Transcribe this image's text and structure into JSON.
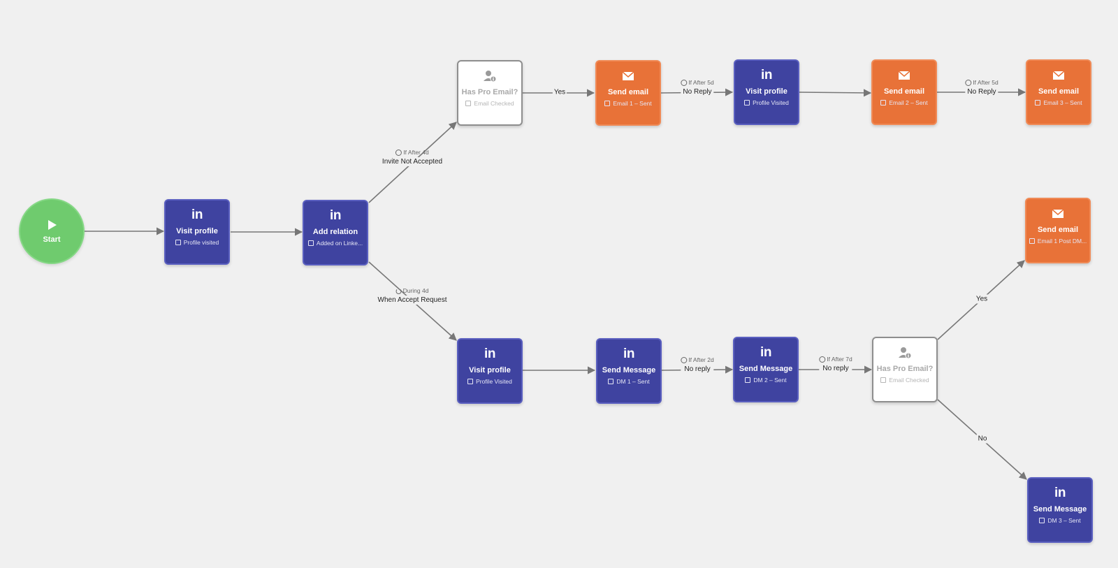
{
  "colors": {
    "background": "#f0f0f0",
    "linkedin": "#3f43a0",
    "email": "#e87238",
    "condition": "#ffffff",
    "start": "#6fcb6e",
    "edge": "#777777"
  },
  "nodes": {
    "start": {
      "label": "Start",
      "icon": "play-icon"
    },
    "visit_profile_1": {
      "title": "Visit profile",
      "sub": "Profile visited",
      "icon": "linkedin-icon"
    },
    "add_relation": {
      "title": "Add relation",
      "sub": "Added on Linke...",
      "icon": "linkedin-icon"
    },
    "has_pro_email_top": {
      "title": "Has Pro Email?",
      "sub": "Email Checked",
      "icon": "user-info-icon"
    },
    "send_email_1": {
      "title": "Send email",
      "sub": "Email 1 – Sent",
      "icon": "envelope-icon"
    },
    "visit_profile_top": {
      "title": "Visit profile",
      "sub": "Profile Visited",
      "icon": "linkedin-icon"
    },
    "send_email_2": {
      "title": "Send email",
      "sub": "Email 2 – Sent",
      "icon": "envelope-icon"
    },
    "send_email_3": {
      "title": "Send email",
      "sub": "Email 3 – Sent",
      "icon": "envelope-icon"
    },
    "visit_profile_bottom": {
      "title": "Visit profile",
      "sub": "Profile Visited",
      "icon": "linkedin-icon"
    },
    "send_message_1": {
      "title": "Send Message",
      "sub": "DM 1 – Sent",
      "icon": "linkedin-icon"
    },
    "send_message_2": {
      "title": "Send Message",
      "sub": "DM 2 – Sent",
      "icon": "linkedin-icon"
    },
    "has_pro_email_bottom": {
      "title": "Has Pro Email?",
      "sub": "Email Checked",
      "icon": "user-info-icon"
    },
    "send_email_post_dm": {
      "title": "Send email",
      "sub": "Email 1 Post DM...",
      "icon": "envelope-icon"
    },
    "send_message_3": {
      "title": "Send Message",
      "sub": "DM 3 – Sent",
      "icon": "linkedin-icon"
    }
  },
  "edge_labels": {
    "invite_not_accepted": {
      "timing": "If After 4d",
      "text": "Invite Not Accepted"
    },
    "when_accept": {
      "timing": "During 4d",
      "text": "When Accept Request"
    },
    "yes_top": {
      "timing": "",
      "text": "Yes"
    },
    "no_reply_5d_a": {
      "timing": "If After 5d",
      "text": "No Reply"
    },
    "no_reply_5d_b": {
      "timing": "If After 5d",
      "text": "No Reply"
    },
    "no_reply_2d": {
      "timing": "If After 2d",
      "text": "No reply"
    },
    "no_reply_7d": {
      "timing": "If After 7d",
      "text": "No reply"
    },
    "yes_bottom": {
      "timing": "",
      "text": "Yes"
    },
    "no_bottom": {
      "timing": "",
      "text": "No"
    }
  }
}
